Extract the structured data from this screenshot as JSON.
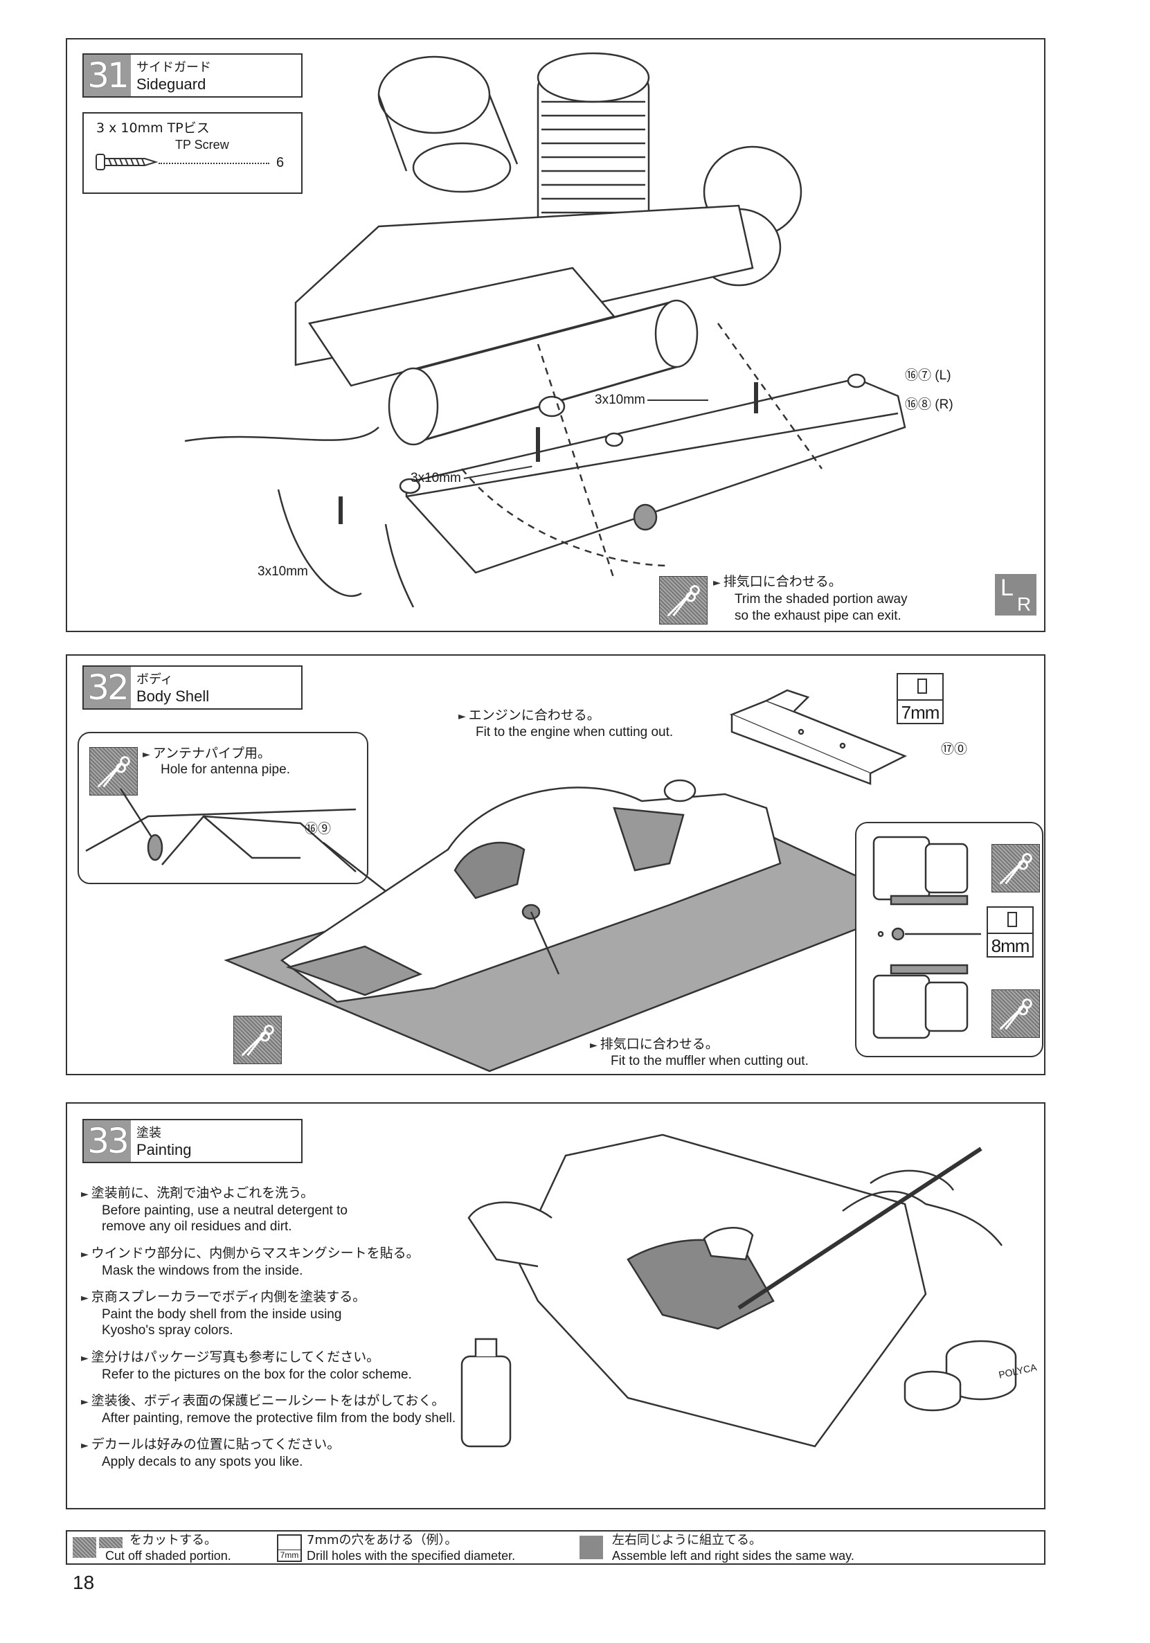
{
  "step31": {
    "number": "31",
    "title_jp": "サイドガード",
    "title_en": "Sideguard",
    "parts_box": {
      "size_label": "3 x 10mm  TPビス",
      "name_en": "TP Screw",
      "quantity": "6"
    },
    "callouts": {
      "screw_a": "3x10mm",
      "screw_b": "3x10mm",
      "screw_c": "3x10mm",
      "part_167": "⑯⑦",
      "part_167_side": "(L)",
      "part_168": "⑯⑧",
      "part_168_side": "(R)"
    },
    "note_jp": "排気口に合わせる。",
    "note_en_1": "Trim the shaded portion away",
    "note_en_2": "so the exhaust pipe can exit.",
    "lr_left": "L",
    "lr_right": "R"
  },
  "step32": {
    "number": "32",
    "title_jp": "ボディ",
    "title_en": "Body Shell",
    "note_engine_jp": "エンジンに合わせる。",
    "note_engine_en": "Fit to the engine when cutting out.",
    "note_antenna_jp": "アンテナパイプ用。",
    "note_antenna_en": "Hole for antenna pipe.",
    "note_muffler_jp": "排気口に合わせる。",
    "note_muffler_en": "Fit to the muffler when cutting out.",
    "part_169": "⑯⑨",
    "part_170": "⑰⓪",
    "drill_7": "7mm",
    "drill_8": "8mm"
  },
  "step33": {
    "number": "33",
    "title_jp": "塗装",
    "title_en": "Painting",
    "instructions": [
      {
        "jp": "塗装前に、洗剤で油やよごれを洗う。",
        "en1": "Before painting, use a neutral detergent to",
        "en2": "remove any oil residues and dirt."
      },
      {
        "jp": "ウインドウ部分に、内側からマスキングシートを貼る。",
        "en1": "Mask the windows from the inside.",
        "en2": ""
      },
      {
        "jp": "京商スプレーカラーでボディ内側を塗装する。",
        "en1": "Paint the body shell from the inside using",
        "en2": "Kyosho's spray colors."
      },
      {
        "jp": "塗分けはパッケージ写真も参考にしてください。",
        "en1": "Refer to the pictures on the box for the color scheme.",
        "en2": ""
      },
      {
        "jp": "塗装後、ボディ表面の保護ビニールシートをはがしておく。",
        "en1": "After painting, remove the protective film from the body shell.",
        "en2": ""
      },
      {
        "jp": "デカールは好みの位置に貼ってください。",
        "en1": "Apply decals to any spots you like.",
        "en2": ""
      }
    ],
    "polycarb_label": "POLYCA"
  },
  "legend": {
    "cut_jp": "をカットする。",
    "cut_en": "Cut off shaded portion.",
    "drill_icon": "7mm",
    "drill_jp": "7mmの穴をあける（例）。",
    "drill_en": "Drill holes with the specified diameter.",
    "lr_jp": "左右同じように組立てる。",
    "lr_en": "Assemble left and right sides the same way."
  },
  "page_number": "18",
  "colors": {
    "shade": "#9a9a9a",
    "line": "#333333"
  }
}
